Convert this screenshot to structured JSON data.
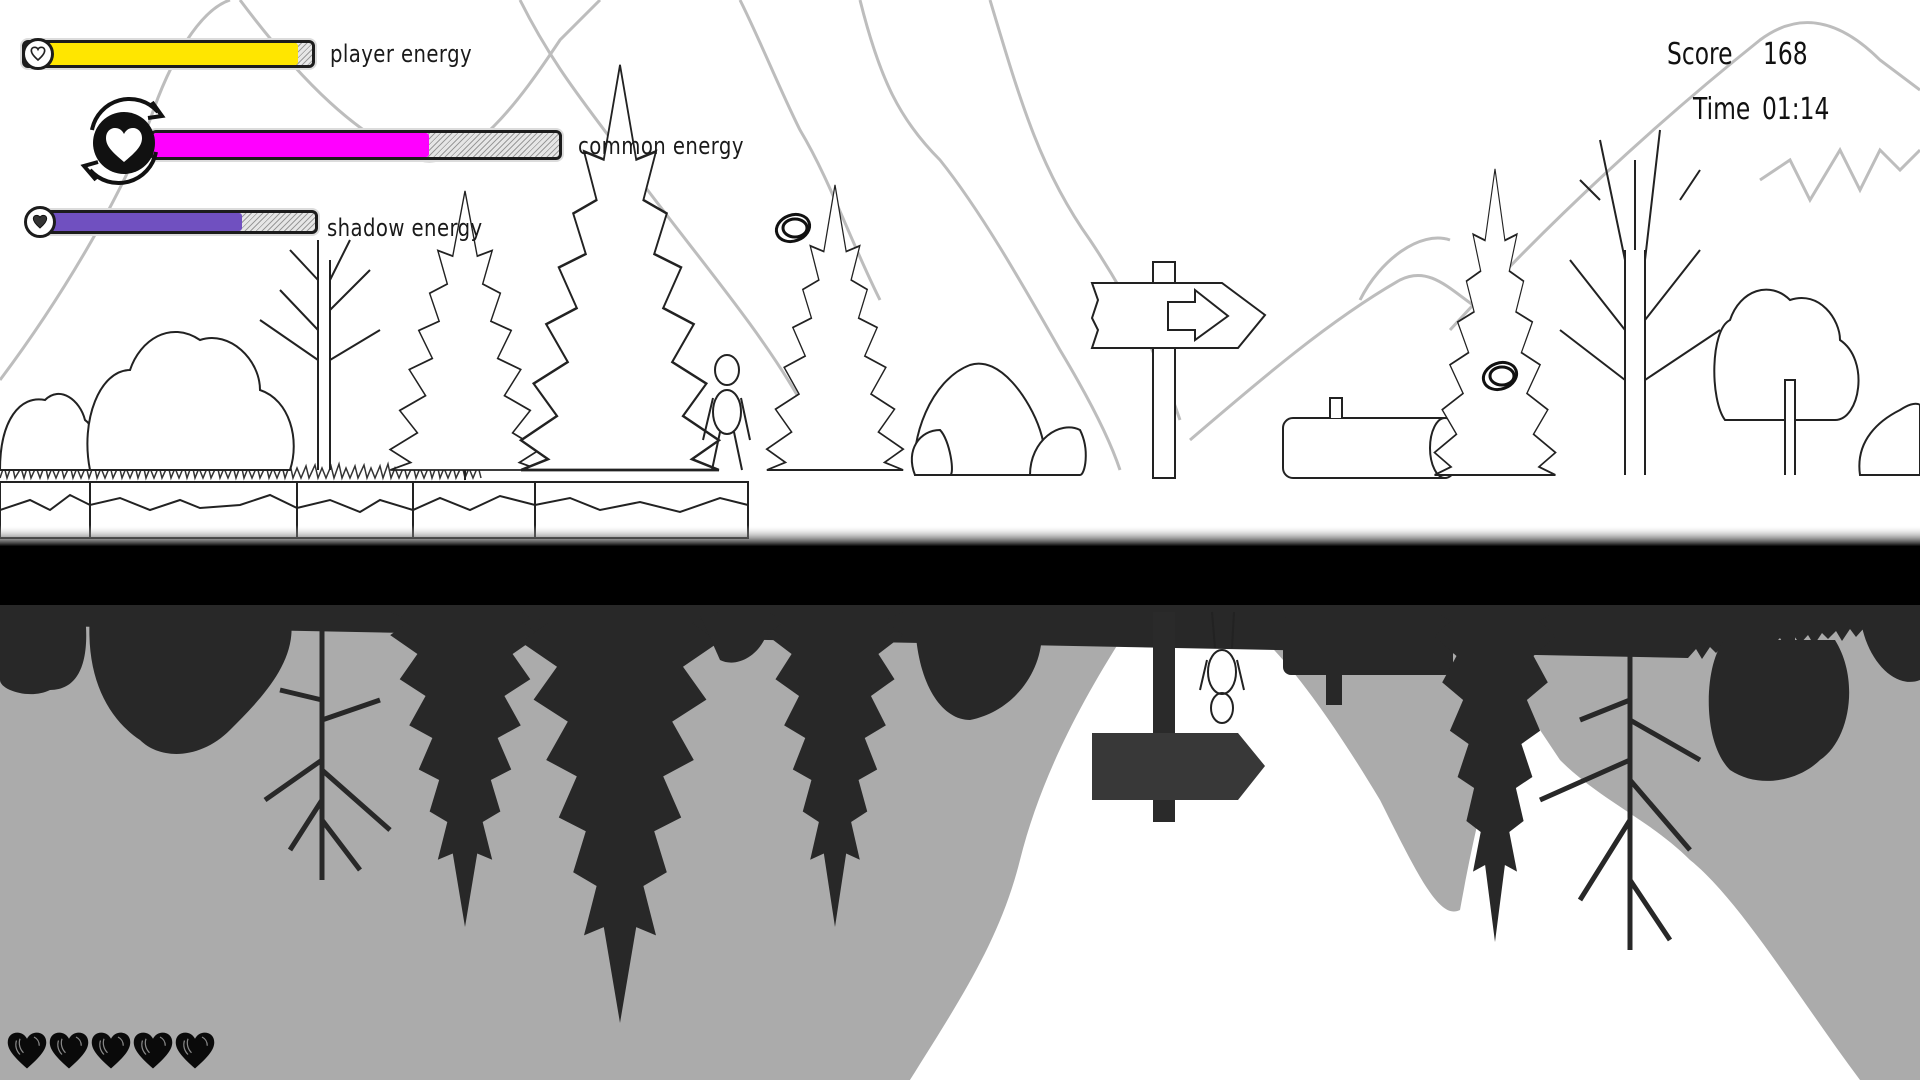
{
  "hud": {
    "player_energy": {
      "label": "player energy",
      "percent": 95,
      "color": "#ffe600",
      "icon": "heart-outline-icon"
    },
    "common_energy": {
      "label": "common energy",
      "percent": 68,
      "color": "#ff00ff",
      "icon": "heart-cycle-icon"
    },
    "shadow_energy": {
      "label": "shadow energy",
      "percent": 73,
      "color": "#7050c0",
      "icon": "heart-filled-icon"
    },
    "score": {
      "label": "Score",
      "value": "168"
    },
    "time": {
      "label": "Time",
      "value": "01:14"
    },
    "lives": {
      "count": 5,
      "icon": "scribble-heart-icon"
    }
  },
  "scene": {
    "upper_world": {
      "style": "pencil-sketch",
      "background": "#ffffff",
      "line_color": "#222222",
      "mountain_color": "#b9b9b9",
      "objects": [
        "bush",
        "bush",
        "bare-tree",
        "pine-tree",
        "pine-tree",
        "player-character",
        "rock",
        "pine-tree",
        "boulders",
        "signpost-arrow-right",
        "log",
        "pine-tree",
        "bare-tree",
        "round-tree",
        "bush"
      ],
      "collectibles": 2
    },
    "divider": {
      "color": "#000000"
    },
    "shadow_world": {
      "style": "inverted-silhouette",
      "ground_color": "#ababab",
      "silhouette_color": "#282828",
      "sky_color": "#ffffff"
    }
  }
}
